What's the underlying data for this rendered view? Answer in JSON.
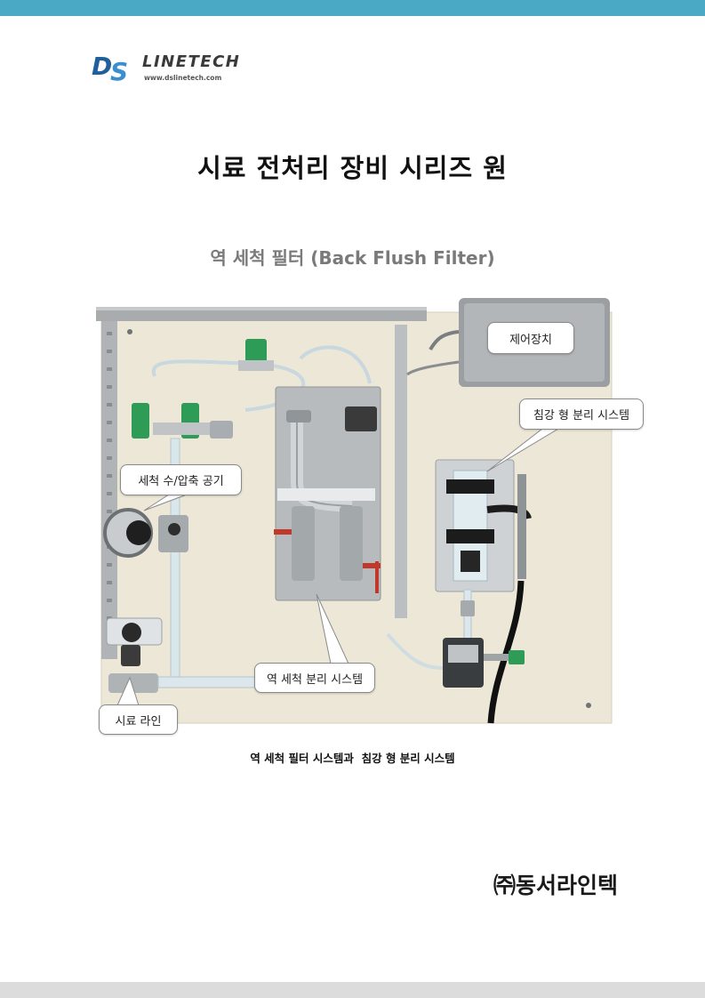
{
  "logo": {
    "monogram": "DS",
    "wordmark": "LINETECH",
    "url": "www.dslinetech.com"
  },
  "title": "시료 전처리 장비 시리즈 원",
  "subtitle": "역 세척 필터 (Back Flush Filter)",
  "figure": {
    "callouts": {
      "control_unit": "제어장치",
      "settling_system": "침강 형 분리 시스템",
      "wash_air": "세척 수/압축 공기",
      "backwash_system": "역 세척 분리 시스템",
      "sample_line": "시료 라인"
    },
    "caption": "역 세척 필터 시스템과  침강 형 분리 시스템"
  },
  "company": "㈜동서라인텍",
  "colors": {
    "top_band": "#4aa9c4",
    "bottom_band": "#dcdcdc",
    "logo_blue": "#1f5f9c",
    "subtitle_gray": "#7a7a7a"
  }
}
